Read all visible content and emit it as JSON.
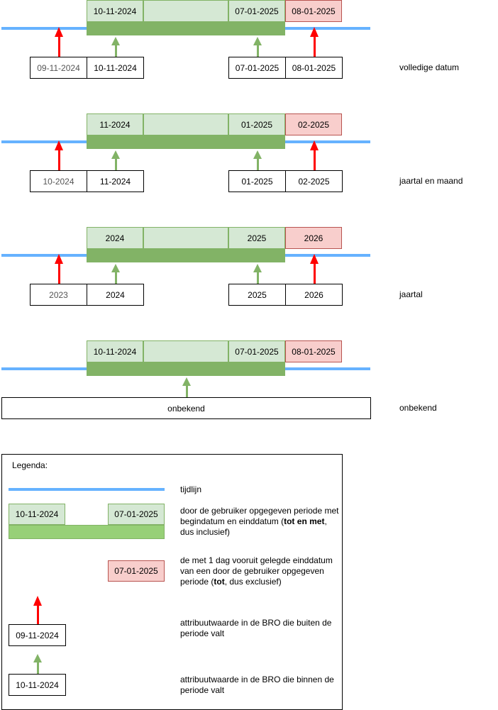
{
  "colors": {
    "timeline": "#66b2ff",
    "period_fill": "#d5e8d4",
    "period_border": "#82b366",
    "period_bar": "#82b366",
    "end_exclusive_fill": "#f8cecc",
    "end_exclusive_border": "#b85450",
    "arrow_outside": "#ff0000",
    "arrow_inside": "#82b366"
  },
  "rows": [
    {
      "label": "volledige datum",
      "period_start": "10-11-2024",
      "period_end": "07-01-2025",
      "end_exclusive": "08-01-2025",
      "values": [
        "09-11-2024",
        "10-11-2024",
        "07-01-2025",
        "08-01-2025"
      ]
    },
    {
      "label": "jaartal en maand",
      "period_start": "11-2024",
      "period_end": "01-2025",
      "end_exclusive": "02-2025",
      "values": [
        "10-2024",
        "11-2024",
        "01-2025",
        "02-2025"
      ]
    },
    {
      "label": "jaartal",
      "period_start": "2024",
      "period_end": "2025",
      "end_exclusive": "2026",
      "values": [
        "2023",
        "2024",
        "2025",
        "2026"
      ]
    },
    {
      "label": "onbekend",
      "period_start": "10-11-2024",
      "period_end": "07-01-2025",
      "end_exclusive": "08-01-2025",
      "values": [
        "onbekend"
      ]
    }
  ],
  "legend": {
    "title": "Legenda:",
    "timeline_label": "tijdlijn",
    "period_start": "10-11-2024",
    "period_end": "07-01-2025",
    "period_desc_1": "door de gebruiker opgegeven periode met begindatum en einddatum (",
    "period_desc_bold": "tot en met",
    "period_desc_2": ", dus inclusief)",
    "end_exclusive": "07-01-2025",
    "end_desc_1": "de met 1 dag vooruit gelegde einddatum van een door de gebruiker opgegeven periode (",
    "end_desc_bold": "tot",
    "end_desc_2": ", dus exclusief)",
    "outside_value": "09-11-2024",
    "outside_desc": "attribuutwaarde in de BRO die buiten de periode valt",
    "inside_value": "10-11-2024",
    "inside_desc": "attribuutwaarde in de BRO die binnen de periode valt"
  }
}
